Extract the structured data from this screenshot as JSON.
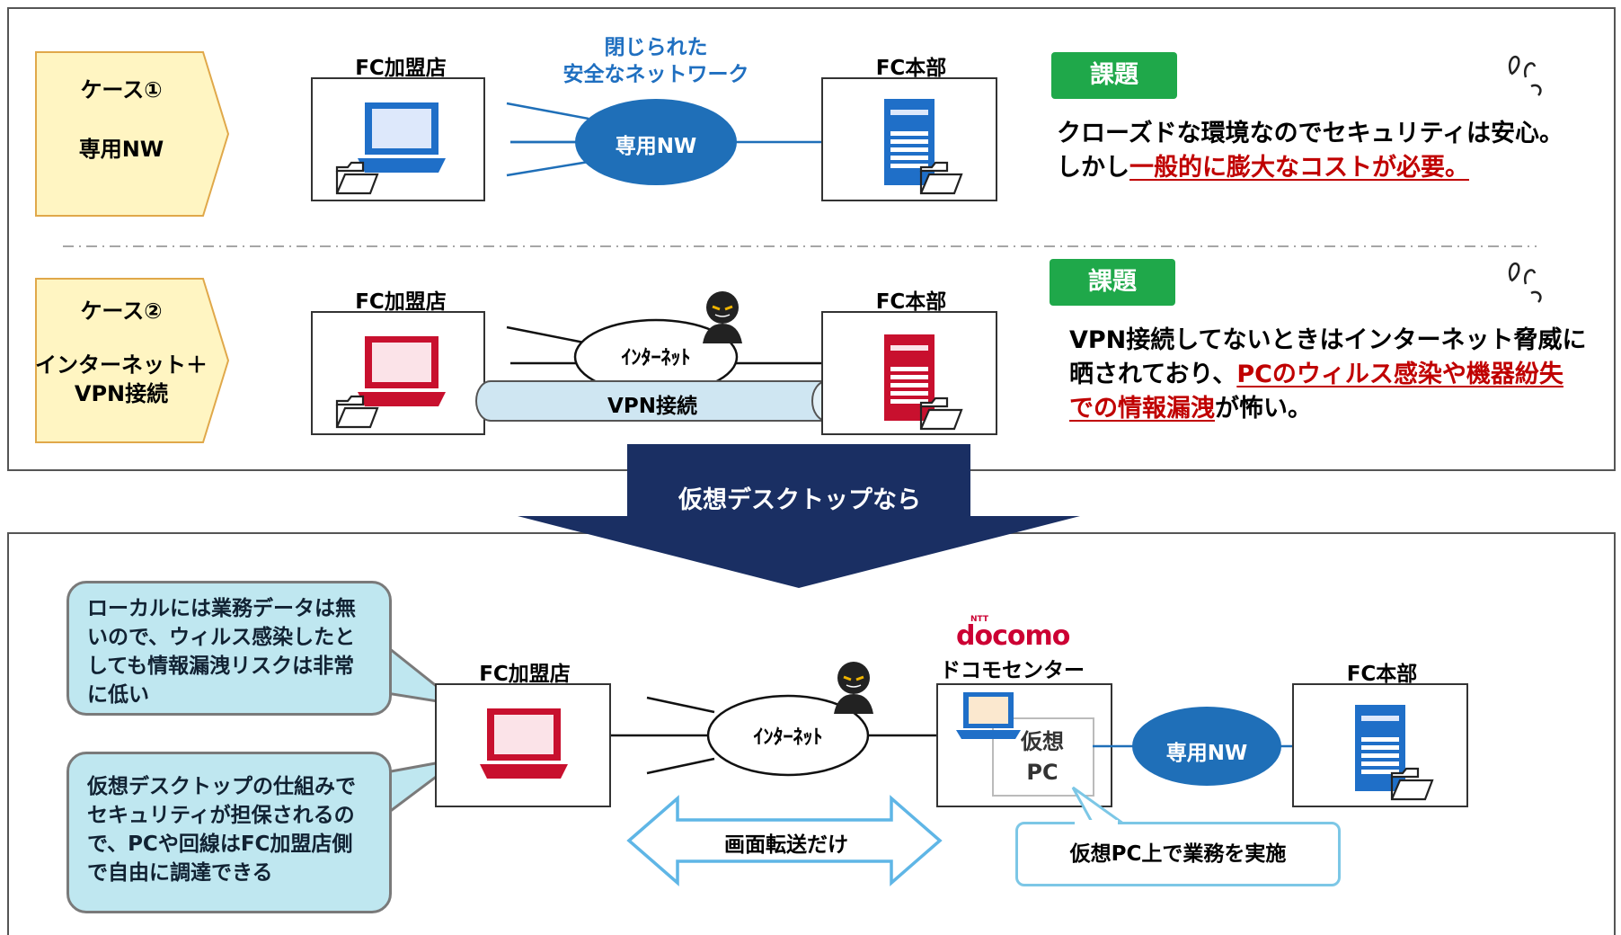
{
  "case1": {
    "label_line1": "ケース①",
    "label_line2": "専用NW",
    "store_title": "FC加盟店",
    "hq_title": "FC本部",
    "network_caption_line1": "閉じられた",
    "network_caption_line2": "安全なネットワーク",
    "network_oval_label": "専用NW",
    "issue_badge": "課題",
    "issue_line1": "クローズドな環境なのでセキュリティは安心。",
    "issue_line2_prefix": "しかし",
    "issue_line2_highlight": "一般的に膨大なコストが必要",
    "issue_line2_suffix": "。"
  },
  "case2": {
    "label_line1": "ケース②",
    "label_line2": "インターネット＋",
    "label_line3": "VPN接続",
    "store_title": "FC加盟店",
    "hq_title": "FC本部",
    "internet_label": "ｲﾝﾀｰﾈｯﾄ",
    "vpn_label": "VPN接続",
    "issue_badge": "課題",
    "issue_line1": "VPN接続してないときはインターネット脅威に",
    "issue_line2_prefix": "晒されており、",
    "issue_line2_highlight": "PCのウィルス感染や機器紛失",
    "issue_line3_highlight": "での情報漏洩",
    "issue_line3_suffix": "が怖い。"
  },
  "transition_label": "仮想デスクトップなら",
  "solution": {
    "bubble_top": "ローカルには業務データは無いので、ウィルス感染したとしても情報漏洩リスクは非常に低い",
    "bubble_bottom": "仮想デスクトップの仕組みでセキュリティが担保されるので、PCや回線はFC加盟店側で自由に調達できる",
    "store_title": "FC加盟店",
    "internet_label": "ｲﾝﾀｰﾈｯﾄ",
    "screen_transfer_label": "画面転送だけ",
    "docomo_small": "NTT",
    "docomo_logo": "docomo",
    "docomo_center_title": "ドコモセンター",
    "virtual_pc_line1": "仮想",
    "virtual_pc_line2": "PC",
    "network_oval_label": "専用NW",
    "hq_title": "FC本部",
    "callout_label": "仮想PC上で業務を実施"
  },
  "colors": {
    "blue_device": "#1f6fc8",
    "red_device": "#c8102e",
    "green_badge": "#1fa84a",
    "navy_arrow": "#1a2f63",
    "oval_blue": "#1f6fb8",
    "docomo_red": "#cc0033"
  }
}
